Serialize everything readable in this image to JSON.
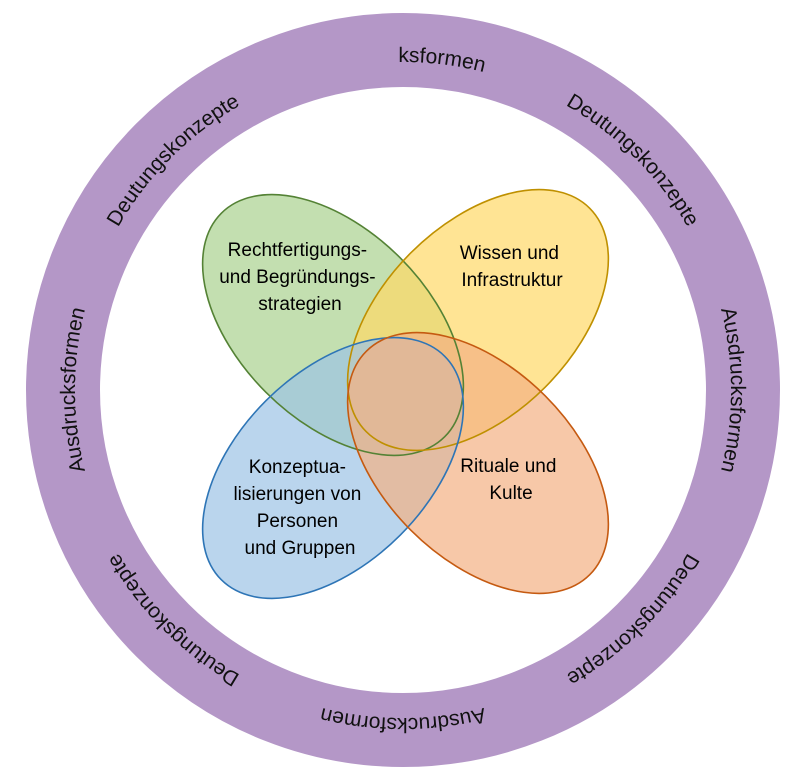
{
  "colors": {
    "ring": "#b497c7",
    "green_fill": "#a9d18e",
    "green_stroke": "#548235",
    "yellow_fill": "#ffd966",
    "yellow_stroke": "#bf9000",
    "blue_fill": "#9dc3e6",
    "blue_stroke": "#2e75b6",
    "orange_fill": "#f4b183",
    "orange_stroke": "#c55a11"
  },
  "ring_labels": {
    "top": "Ausdrucksformen",
    "top_right": "Deutungskonzepte",
    "right": "Ausdrucksformen",
    "bottom_right": "Deutungskonzepte",
    "bottom": "Ausdrucksformen",
    "bottom_left": "Deutungskonzepte",
    "left": "Ausdrucksformen",
    "top_left": "Deutungskonzepte"
  },
  "petals": {
    "green": [
      "Rechtfertigungs-",
      "und Begründungs-",
      "strategien"
    ],
    "yellow": [
      "Wissen und",
      "Infrastruktur"
    ],
    "blue": [
      "Konzeptua-",
      "lisierungen von",
      "Personen",
      "und Gruppen"
    ],
    "orange": [
      "Rituale und",
      "Kulte"
    ]
  }
}
